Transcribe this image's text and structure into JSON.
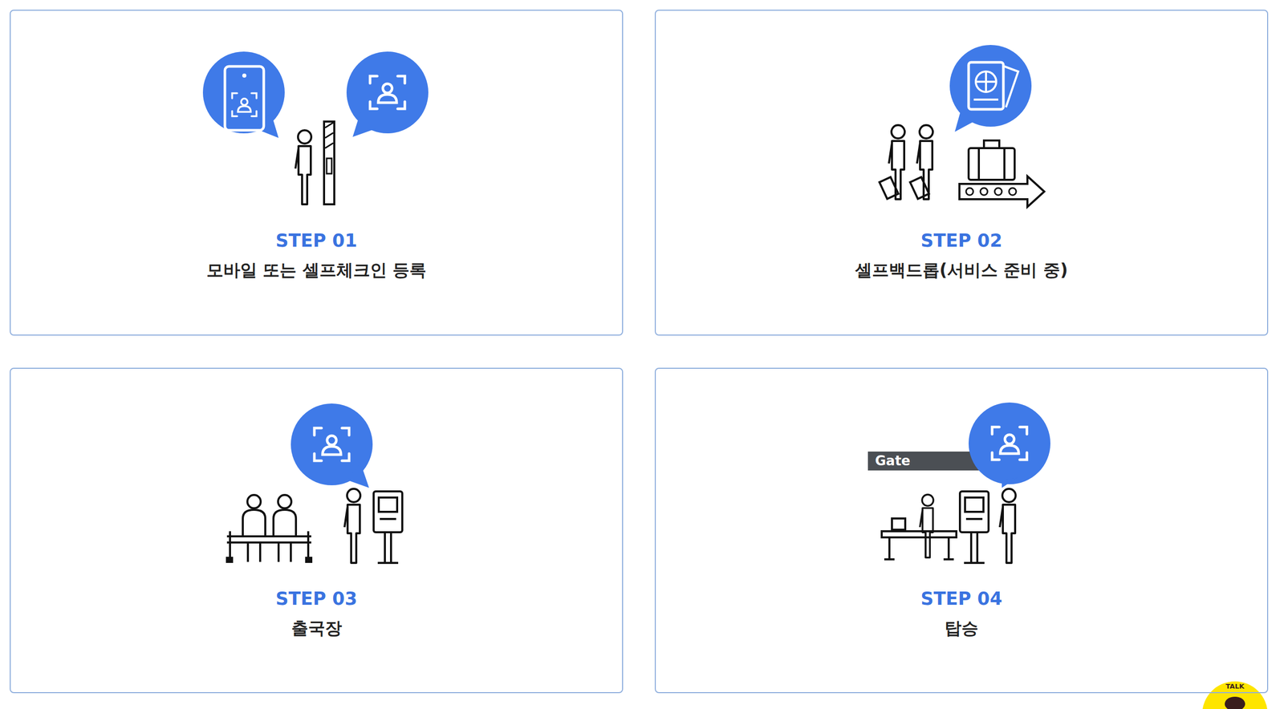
{
  "diagram": {
    "nodes": [
      {
        "text": [
          "STEP 01",
          "모바일 또는 셀프체크인 등록"
        ]
      },
      {
        "text": [
          "STEP 02",
          "셀프백드롭(서비스 준비 중)"
        ]
      },
      {
        "text": [
          "STEP 03",
          "출국장"
        ]
      },
      {
        "text": [
          "STEP 04",
          "탑승"
        ]
      }
    ],
    "labels": [
      "Gate",
      "TALK"
    ]
  }
}
